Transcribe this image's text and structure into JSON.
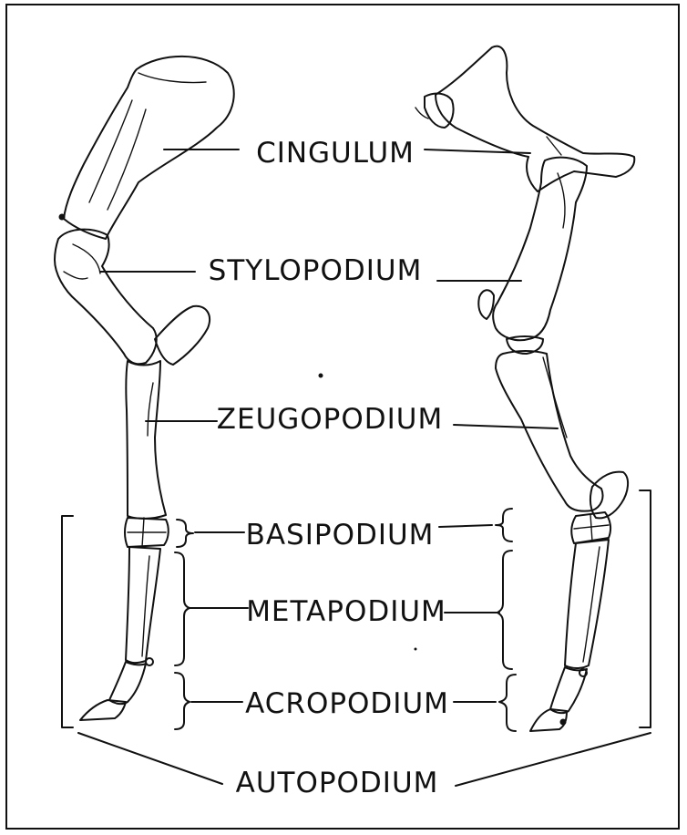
{
  "labels": {
    "cingulum": "CINGULUM",
    "stylopodium": "STYLOPODIUM",
    "zeugopodium": "ZEUGOPODIUM",
    "basipodium": "BASIPODIUM",
    "metapodium": "METAPODIUM",
    "acropodium": "ACROPODIUM",
    "autopodium": "AUTOPODIUM"
  }
}
